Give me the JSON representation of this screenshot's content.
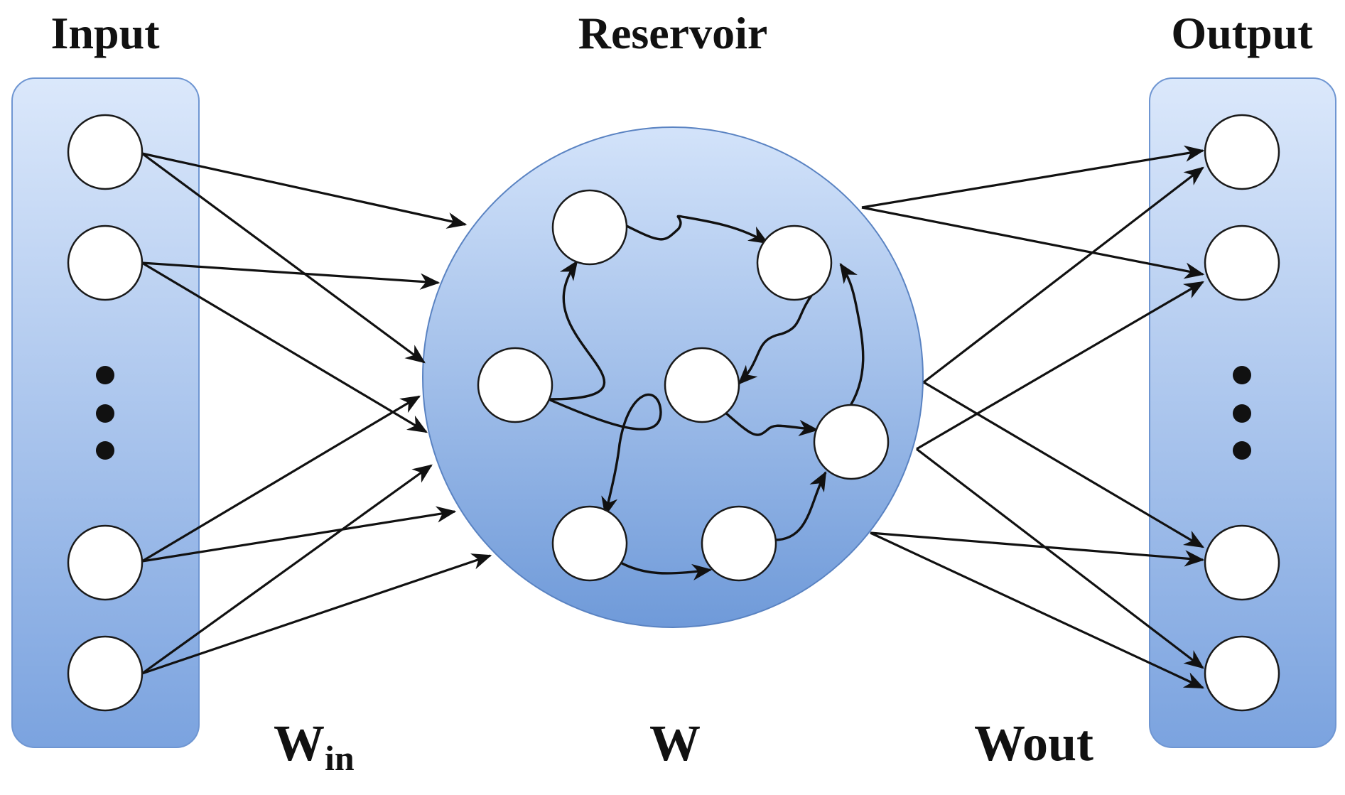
{
  "labels": {
    "input": "Input",
    "reservoir": "Reservoir",
    "output": "Output",
    "w_in_main": "W",
    "w_in_sub": "in",
    "w": "W",
    "w_out": "Wout"
  },
  "colors": {
    "panel_top": "#dbe8fb",
    "panel_bottom": "#7ba3df",
    "panel_border": "#6f96d2",
    "reservoir_top": "#d3e3fa",
    "reservoir_bottom": "#6f9ad9",
    "reservoir_border": "#5a83c2",
    "node_fill": "#ffffff",
    "stroke": "#111111"
  }
}
